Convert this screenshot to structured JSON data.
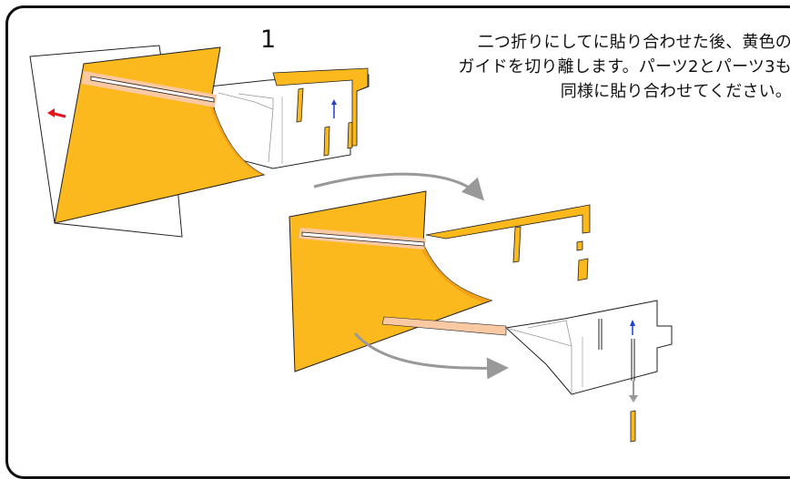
{
  "step": {
    "number": "1"
  },
  "instruction": {
    "lines": [
      "二つ折りにしてに貼り合わせた後、黄色の",
      "ガイドを切り離します。パーツ2とパーツ3も",
      "同様に貼り合わせてください。"
    ]
  },
  "colors": {
    "guide_yellow": "#FBB91E",
    "glue_strip": "#F9C9A3",
    "outline": "#222222",
    "arrow_gray": "#999999",
    "arrow_red": "#E8141C",
    "arrow_blue": "#1E3FD0",
    "frame": "#111111"
  }
}
